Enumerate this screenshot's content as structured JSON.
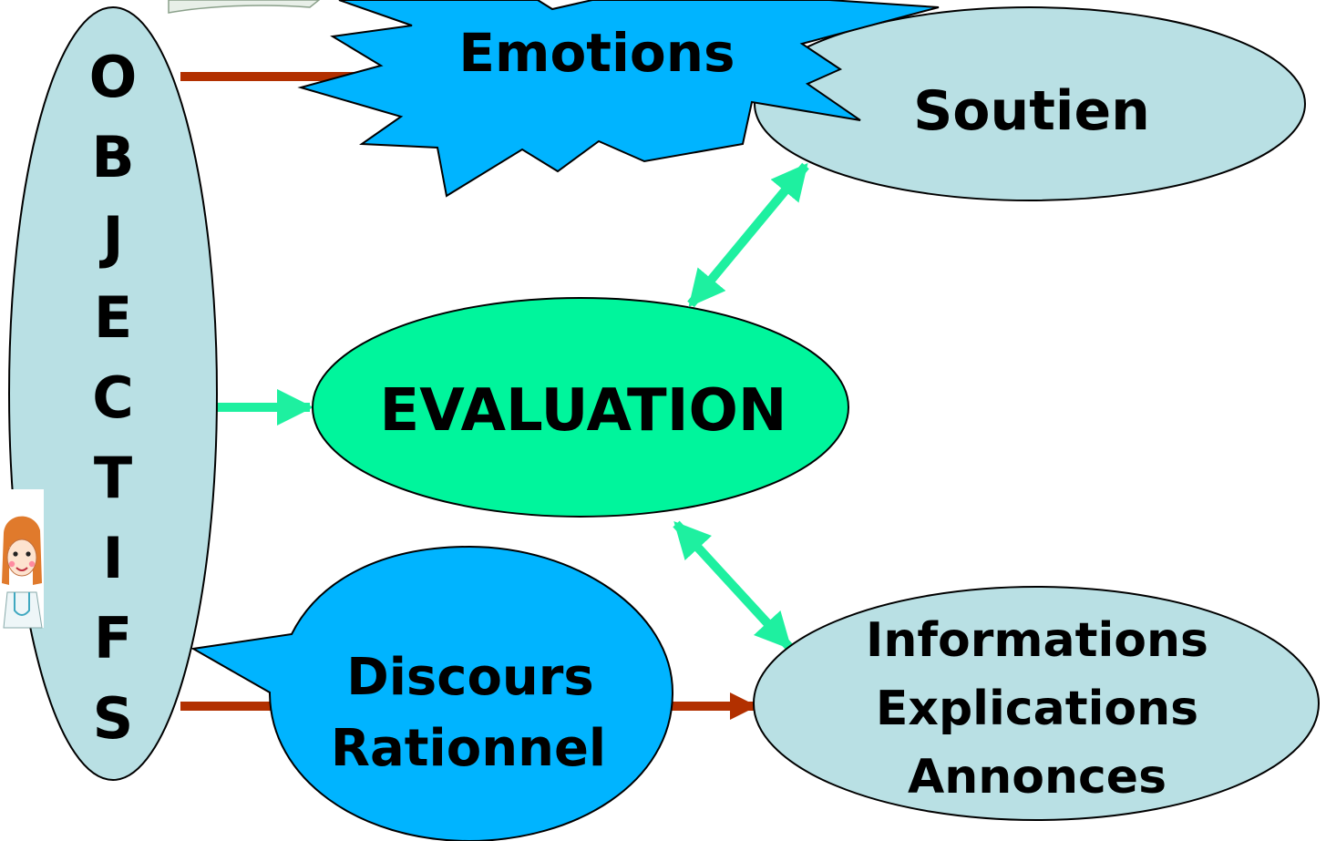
{
  "diagram": {
    "objectifs": {
      "letters": [
        "O",
        "B",
        "J",
        "E",
        "C",
        "T",
        "I",
        "F",
        "S"
      ]
    },
    "emotions": {
      "label": "Emotions"
    },
    "soutien": {
      "label": "Soutien"
    },
    "evaluation": {
      "label": "EVALUATION"
    },
    "discours": {
      "lines": [
        "Discours",
        "Rationnel"
      ]
    },
    "informations": {
      "lines": [
        "Informations",
        "Explications",
        "Annonces"
      ]
    }
  },
  "colors": {
    "ellipse_light": "#b9e0e4",
    "evaluation_fill": "#00f59c",
    "bubble_blue": "#00b4ff",
    "arrow_green": "#1ef0a0",
    "arrow_red": "#b23000"
  }
}
